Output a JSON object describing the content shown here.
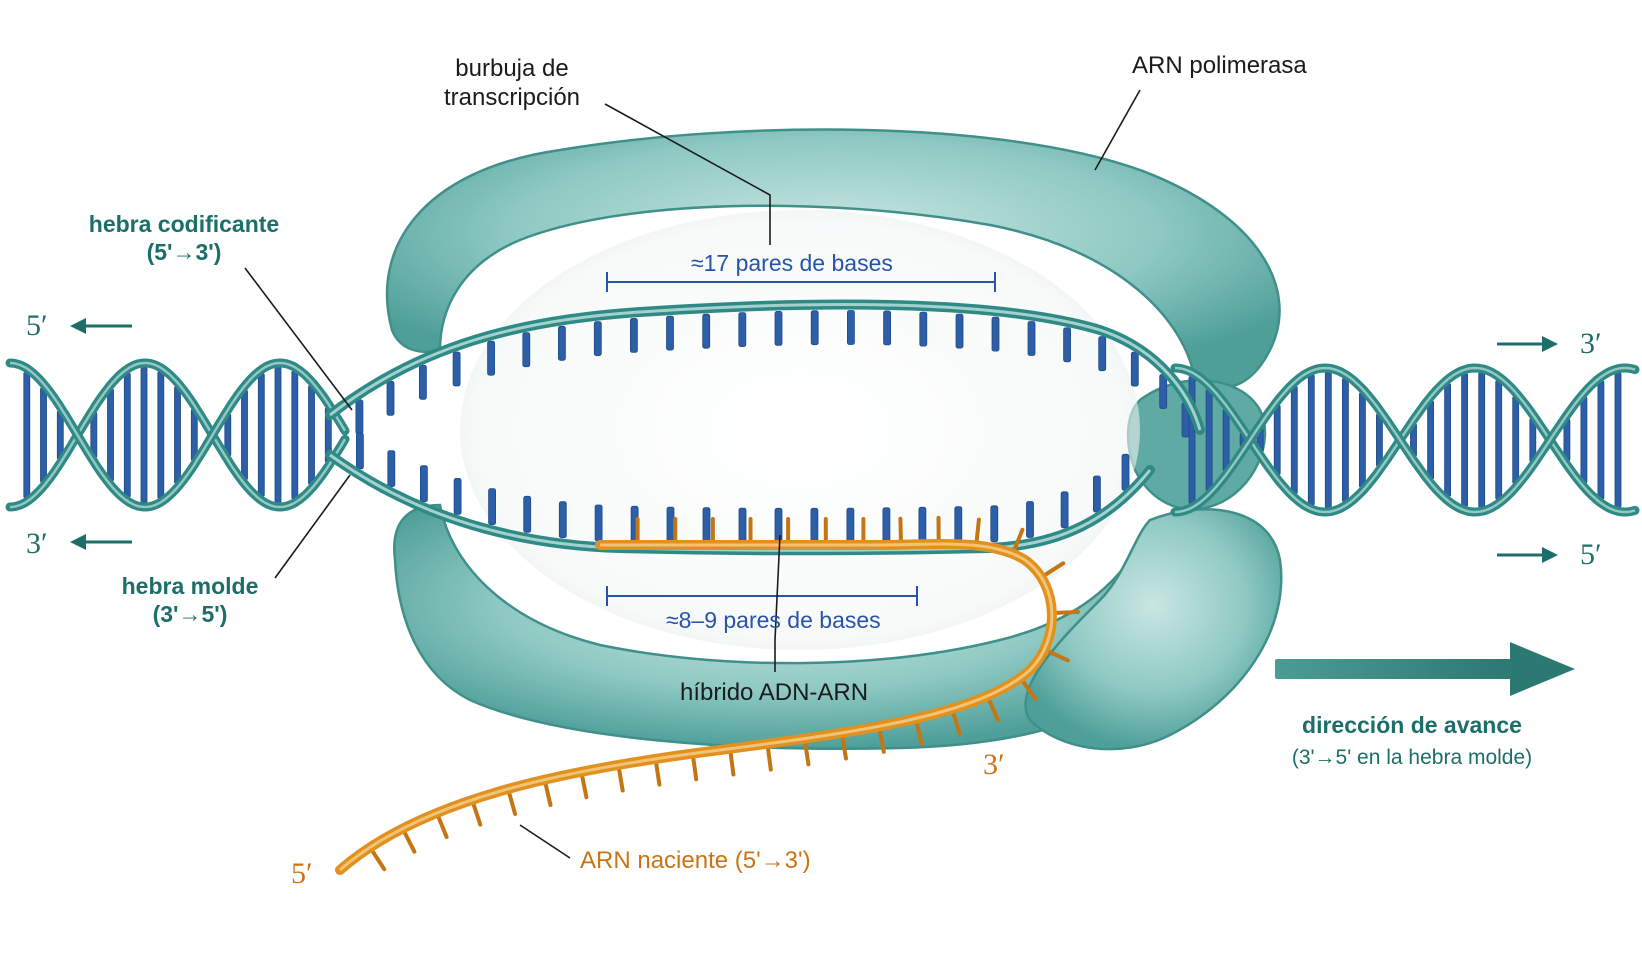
{
  "labels": {
    "bubble_line1": "burbuja de",
    "bubble_line2": "transcripción",
    "polymerase": "ARN polimerasa",
    "coding_line1": "hebra codificante",
    "coding_line2": "(5'→3')",
    "template_line1": "hebra molde",
    "template_line2": "(3'→5')",
    "bubble_span": "≈17 pares de bases",
    "hybrid_span": "≈8–9 pares de bases",
    "hybrid": "híbrido ADN-ARN",
    "rna": "ARN naciente (5'→3')",
    "direction_line1": "dirección de avance",
    "direction_line2": "(3'→5' en la hebra molde)"
  },
  "ends": {
    "left_top": "5′",
    "left_bottom": "3′",
    "right_top": "3′",
    "right_bottom": "5′",
    "rna_5": "5′",
    "rna_3": "3′"
  },
  "colors": {
    "dna_strand": "#2f8a86",
    "dna_base": "#2d5fa8",
    "polymerase": "#8fc9c3",
    "polymerase_dark": "#3f8f8a",
    "rna": "#e0911f",
    "label_teal": "#1c6e69",
    "label_blue": "#2853a8",
    "label_orange": "#cc7314"
  }
}
